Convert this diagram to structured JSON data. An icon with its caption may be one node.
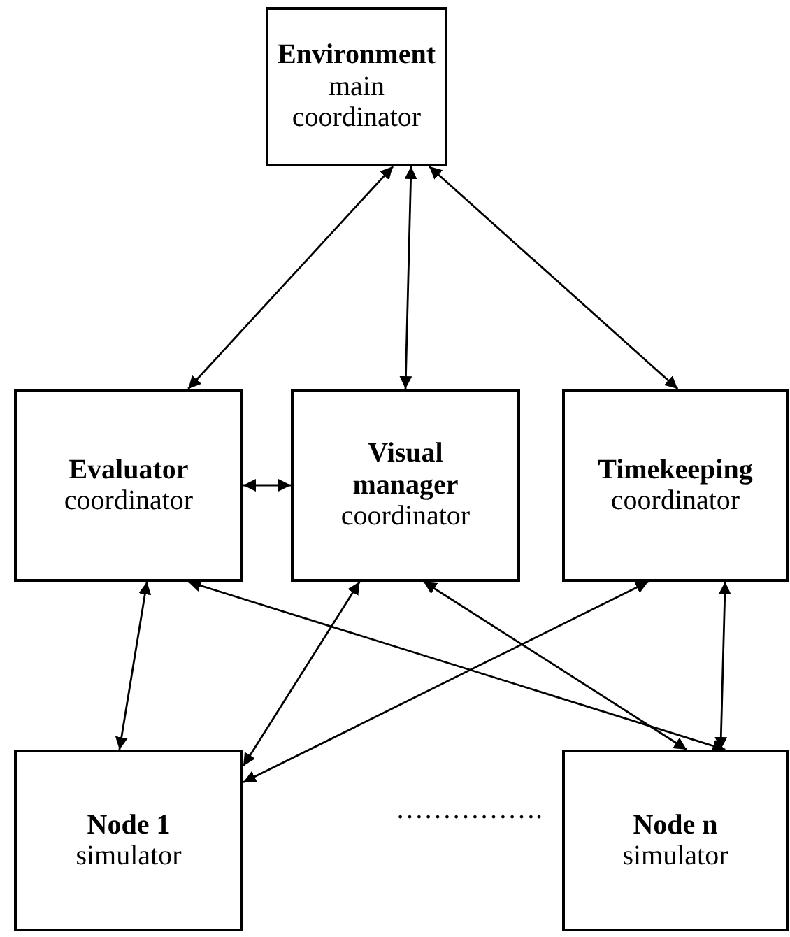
{
  "diagram": {
    "nodes": [
      {
        "text": [
          "Environment",
          "main coordinator"
        ]
      },
      {
        "text": [
          "Evaluator",
          "coordinator"
        ]
      },
      {
        "text": [
          "Visual manager",
          "coordinator"
        ]
      },
      {
        "text": [
          "Timekeeping",
          "coordinator"
        ]
      },
      {
        "text": [
          "Node 1",
          "simulator"
        ]
      },
      {
        "text": [
          "Node n",
          "simulator"
        ]
      }
    ],
    "edges": [
      {
        "from": 0,
        "to": 1,
        "arrow": "both"
      },
      {
        "from": 0,
        "to": 2,
        "arrow": "both"
      },
      {
        "from": 0,
        "to": 3,
        "arrow": "both"
      },
      {
        "from": 1,
        "to": 2,
        "arrow": "both"
      },
      {
        "from": 1,
        "to": 4,
        "arrow": "both"
      },
      {
        "from": 1,
        "to": 5,
        "arrow": "both"
      },
      {
        "from": 2,
        "to": 4,
        "arrow": "both"
      },
      {
        "from": 2,
        "to": 5,
        "arrow": "both"
      },
      {
        "from": 3,
        "to": 4,
        "arrow": "both"
      },
      {
        "from": 3,
        "to": 5,
        "arrow": "both"
      }
    ],
    "labels": [
      "……………."
    ]
  }
}
